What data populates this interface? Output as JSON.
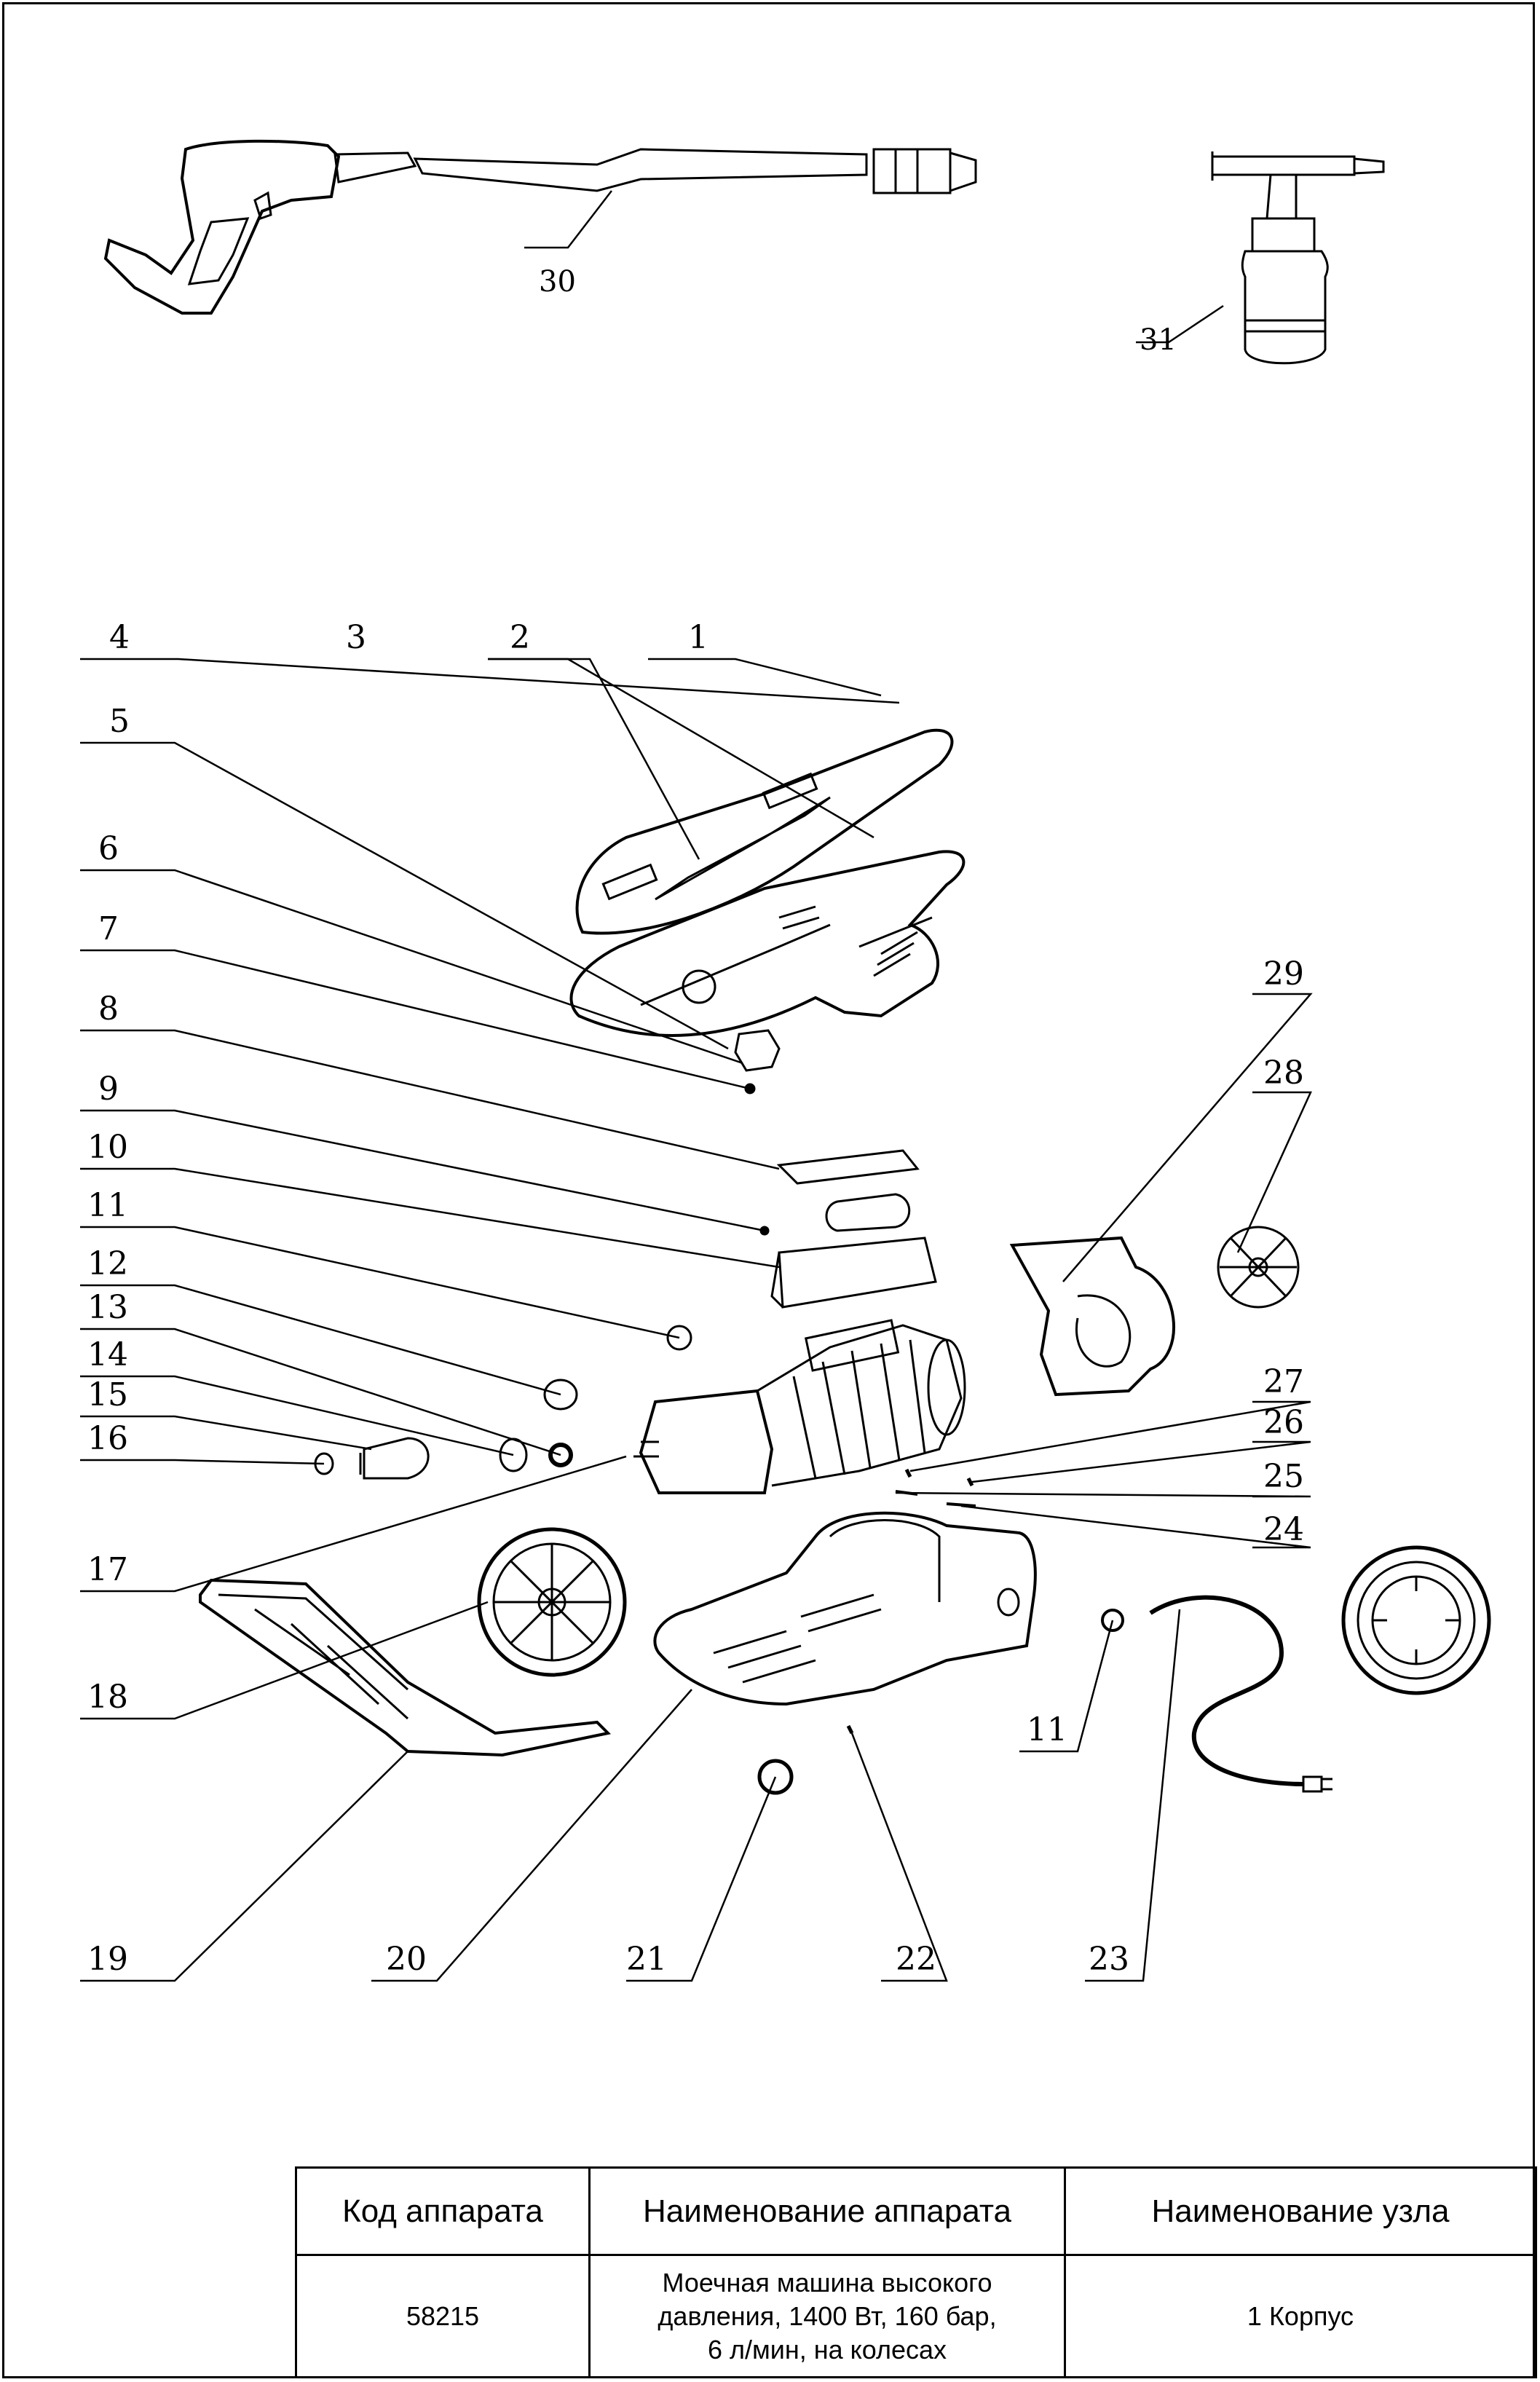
{
  "callouts": {
    "1": "1",
    "2": "2",
    "3": "3",
    "4": "4",
    "5": "5",
    "6": "6",
    "7": "7",
    "8": "8",
    "9": "9",
    "10": "10",
    "11": "11",
    "12": "12",
    "13": "13",
    "14": "14",
    "15": "15",
    "16": "16",
    "17": "17",
    "18": "18",
    "19": "19",
    "20": "20",
    "21": "21",
    "22": "22",
    "23": "23",
    "24": "24",
    "25": "25",
    "26": "26",
    "27": "27",
    "28": "28",
    "29": "29",
    "30": "30",
    "31": "31"
  },
  "title_block": {
    "headers": [
      "Код аппарата",
      "Наименование аппарата",
      "Наименование узла"
    ],
    "code": "58215",
    "device_name_lines": [
      "Моечная машина высокого",
      "давления, 1400 Вт, 160 бар,",
      "6 л/мин, на колесах"
    ],
    "assembly": "1 Корпус"
  }
}
